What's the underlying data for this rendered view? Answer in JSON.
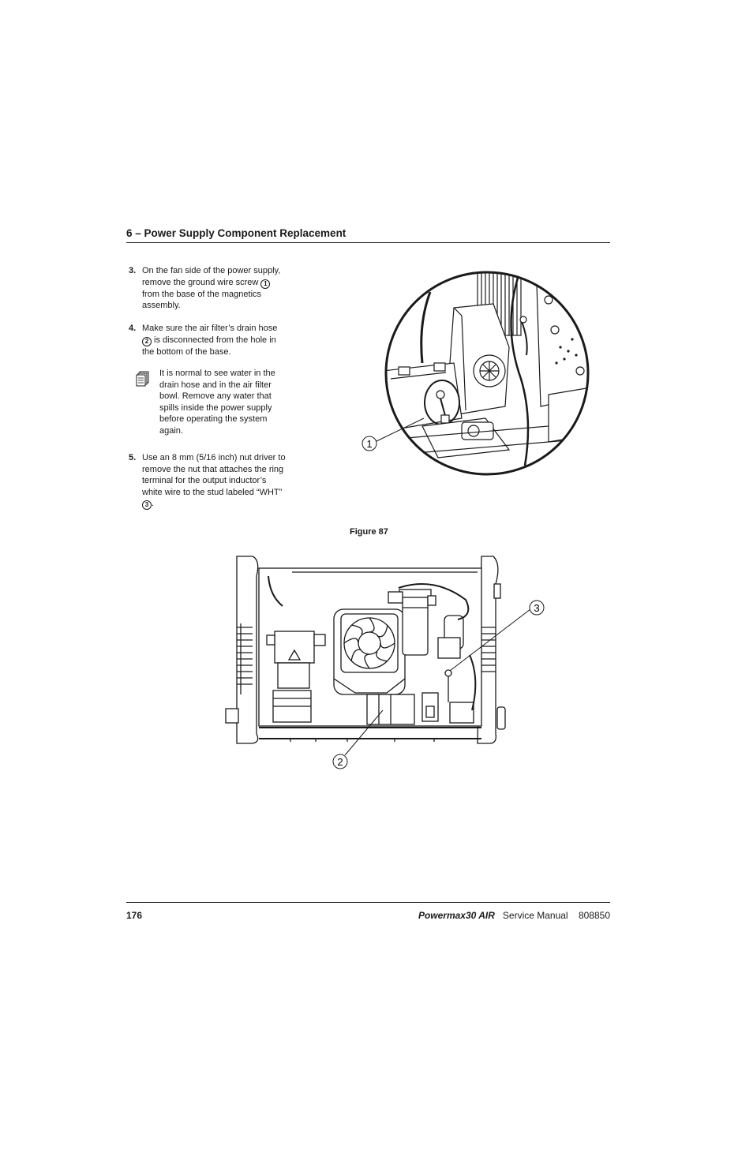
{
  "header": {
    "title": "6 – Power Supply Component Replacement"
  },
  "steps": [
    {
      "number": "3.",
      "text_a": "On the fan side of the power supply, remove the ground wire screw ",
      "callout": "1",
      "text_b": " from the base of the magnetics assembly."
    },
    {
      "number": "4.",
      "text_a": "Make sure the air filter’s drain hose ",
      "callout": "2",
      "text_b": " is disconnected from the hole in the bottom of the base."
    },
    {
      "number": "5.",
      "text_a": "Use an 8 mm (5/16 inch) nut driver to remove the nut that attaches the ring terminal for the output inductor’s white wire to the stud labeled “WHT” ",
      "callout": "3",
      "text_b": "."
    }
  ],
  "note": {
    "text": "It is normal to see water in the drain hose and in the air filter bowl. Remove any water that spills inside the power supply before operating the system again."
  },
  "figure": {
    "caption": "Figure 87",
    "callouts": {
      "c1": "1",
      "c2": "2",
      "c3": "3"
    },
    "icons": [
      "note-icon",
      "detail-magnifier",
      "power-supply-drawing"
    ]
  },
  "footer": {
    "page_number": "176",
    "product": "Powermax30 AIR",
    "doc_type": "Service Manual",
    "part_number": "808850"
  }
}
